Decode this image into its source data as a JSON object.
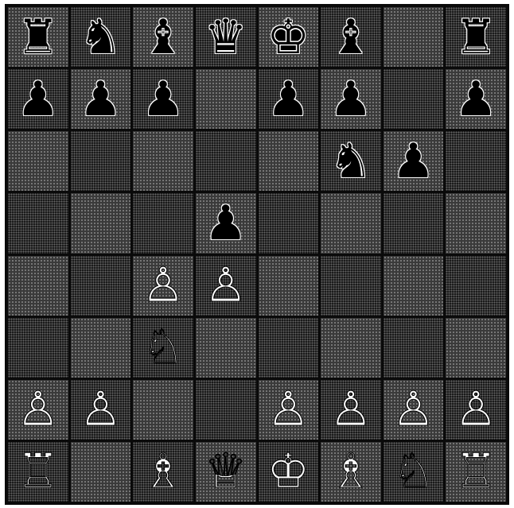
{
  "board": {
    "ranks": [
      [
        "br",
        "bn",
        "bb",
        "bq",
        "bk",
        "bb",
        "",
        "br"
      ],
      [
        "bp",
        "bp",
        "bp",
        "",
        "bp",
        "bp",
        "",
        "bp"
      ],
      [
        "",
        "",
        "",
        "",
        "",
        "bn",
        "bp",
        ""
      ],
      [
        "",
        "",
        "",
        "bp",
        "",
        "",
        "",
        ""
      ],
      [
        "",
        "",
        "wp",
        "wp",
        "",
        "",
        "",
        ""
      ],
      [
        "",
        "",
        "wn",
        "",
        "",
        "",
        "",
        ""
      ],
      [
        "wp",
        "wp",
        "",
        "",
        "wp",
        "wp",
        "wp",
        "wp"
      ],
      [
        "wr",
        "",
        "wb",
        "wq",
        "wk",
        "wb",
        "wn",
        "wr"
      ]
    ]
  },
  "pieces": {
    "wk": {
      "glyph": "♔",
      "name": "white-king"
    },
    "wq": {
      "glyph": "♕",
      "name": "white-queen"
    },
    "wr": {
      "glyph": "♖",
      "name": "white-rook"
    },
    "wb": {
      "glyph": "♗",
      "name": "white-bishop"
    },
    "wn": {
      "glyph": "♘",
      "name": "white-knight"
    },
    "wp": {
      "glyph": "♙",
      "name": "white-pawn"
    },
    "bk": {
      "glyph": "♚",
      "name": "black-king"
    },
    "bq": {
      "glyph": "♛",
      "name": "black-queen"
    },
    "br": {
      "glyph": "♜",
      "name": "black-rook"
    },
    "bb": {
      "glyph": "♝",
      "name": "black-bishop"
    },
    "bn": {
      "glyph": "♞",
      "name": "black-knight"
    },
    "bp": {
      "glyph": "♟",
      "name": "black-pawn"
    }
  },
  "colors": {
    "border": "#0a0a0a",
    "light_square": "#3a3a3a",
    "dark_square": "#1b1b1b",
    "white_piece": "#ffffff",
    "black_piece": "#000000"
  }
}
